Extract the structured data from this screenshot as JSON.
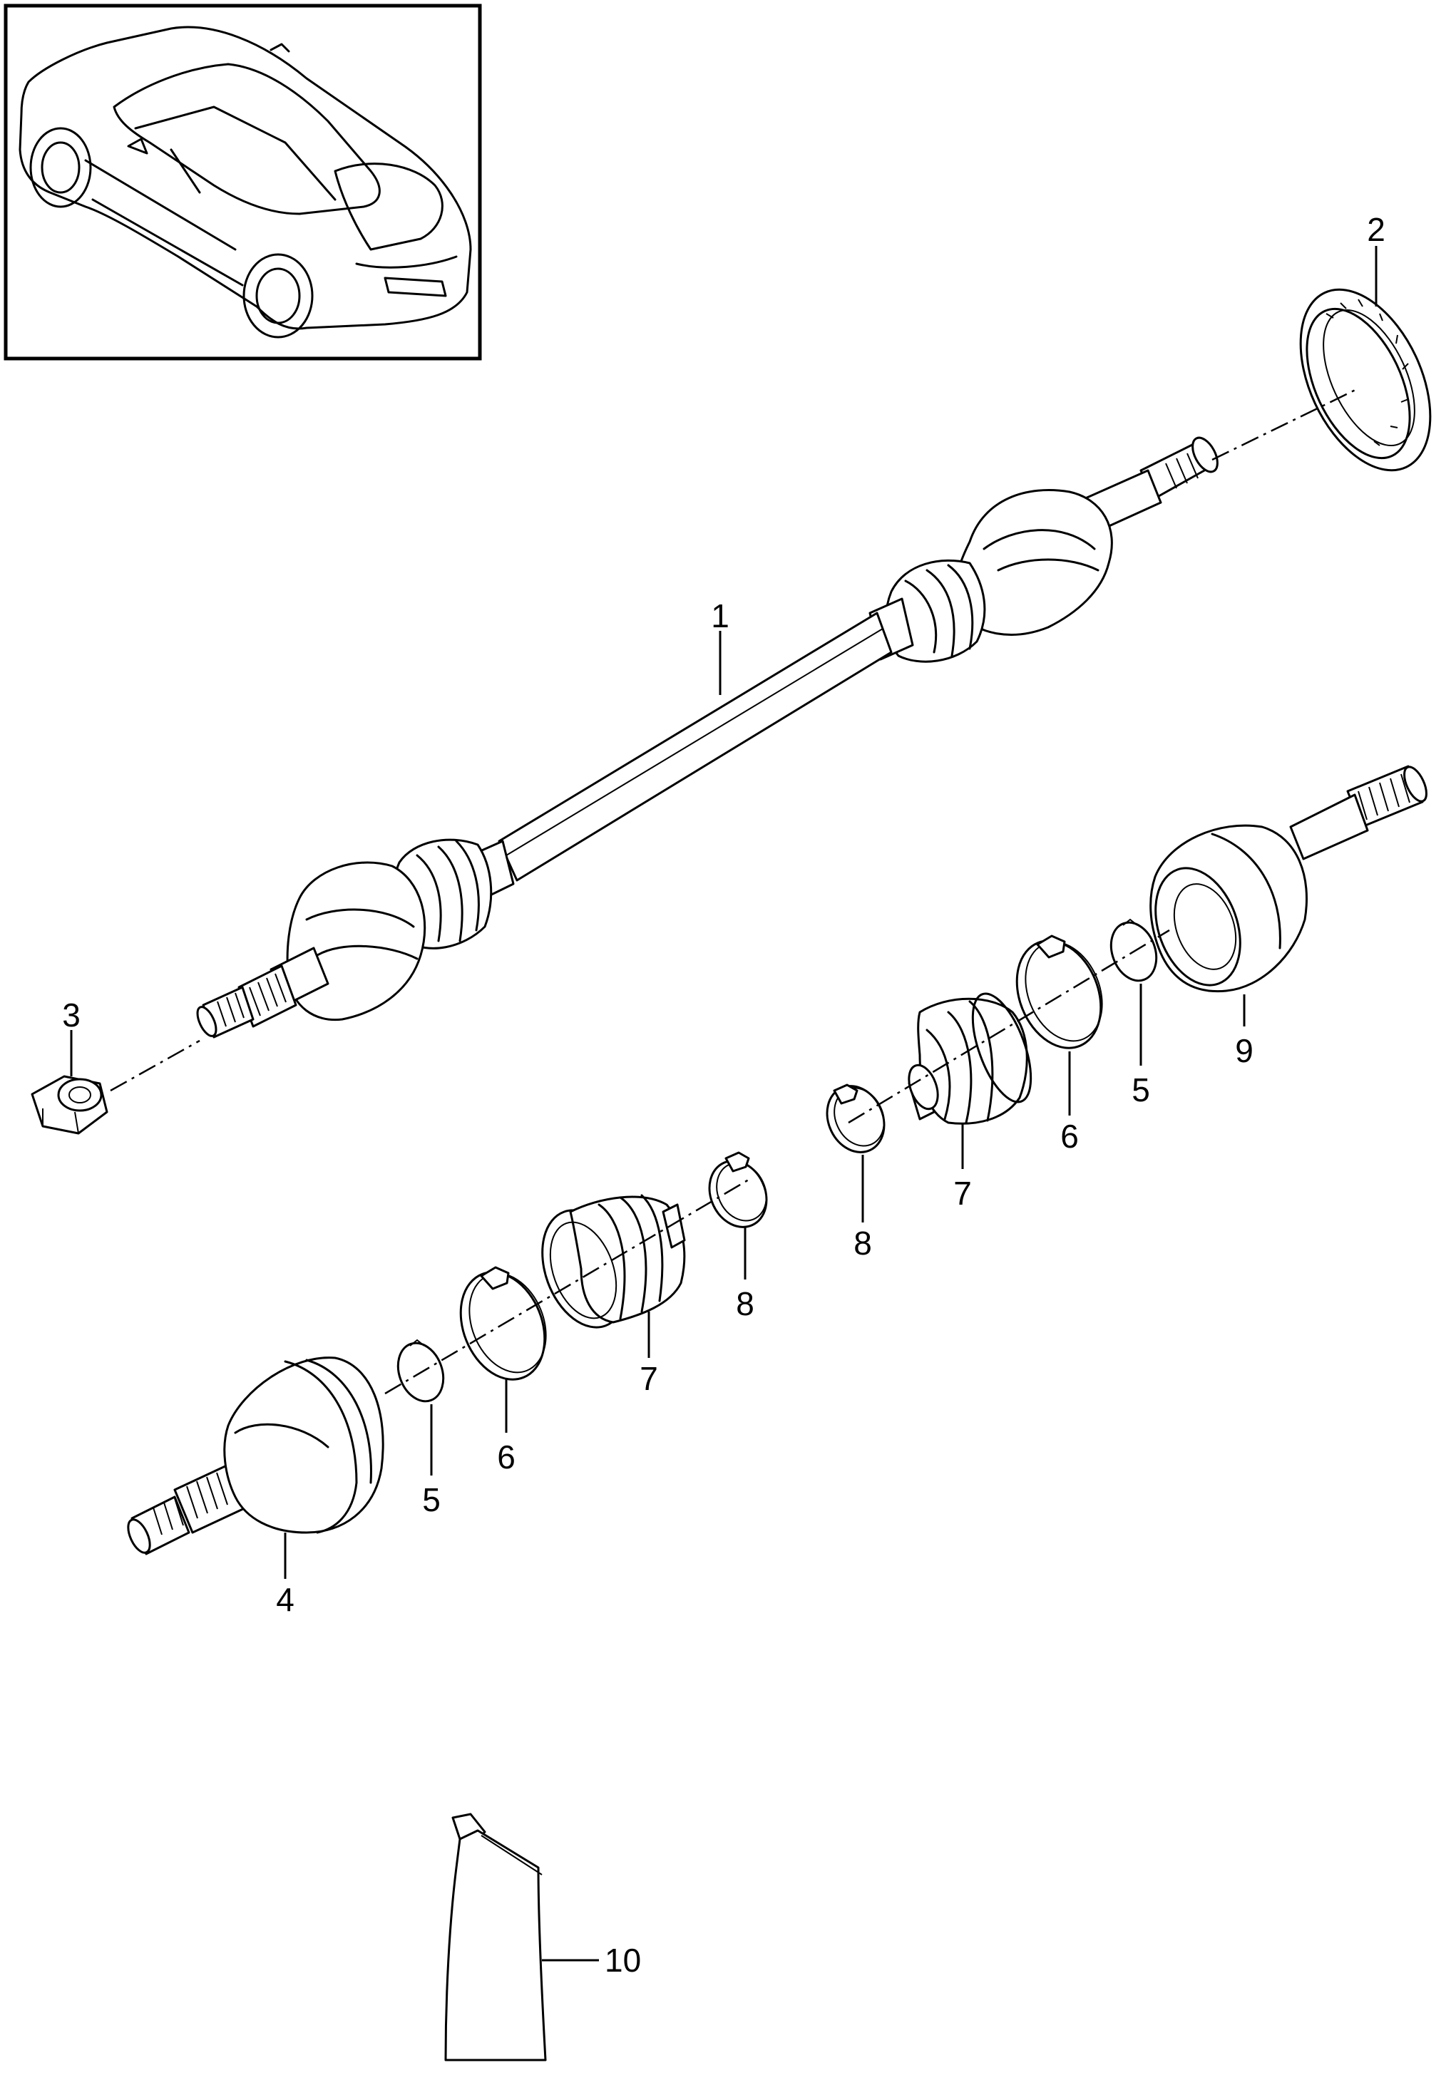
{
  "diagram": {
    "labels": [
      "1",
      "2",
      "3",
      "4",
      "5",
      "5",
      "6",
      "6",
      "7",
      "7",
      "8",
      "8",
      "9",
      "10"
    ]
  }
}
